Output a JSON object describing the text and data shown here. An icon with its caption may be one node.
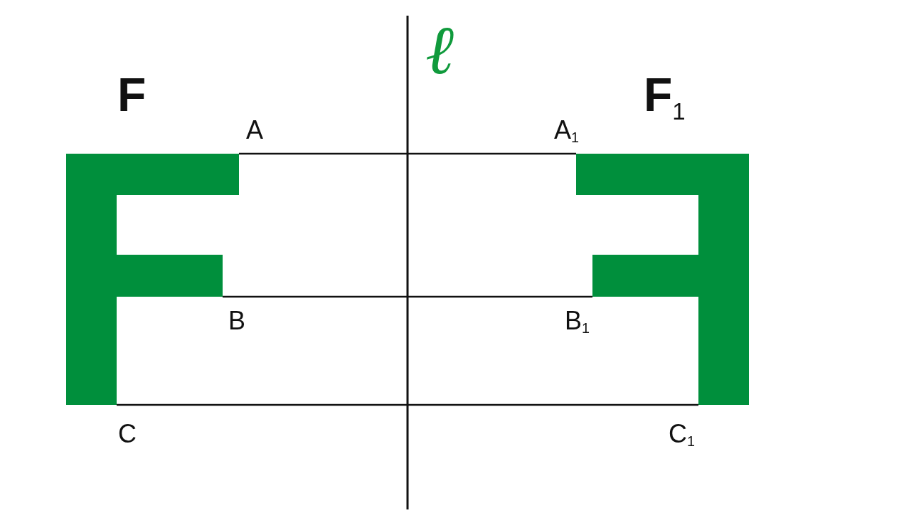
{
  "diagram": {
    "nodes": [
      {
        "text": [],
        "shape": "polygon",
        "beside": [
          "F"
        ]
      },
      {
        "text": [],
        "shape": "polygon",
        "beside": [
          "F$_{1}$"
        ]
      }
    ],
    "edges": [
      {
        "from": 0,
        "to": 1,
        "arrow": "none"
      },
      {
        "from": 0,
        "to": 1,
        "arrow": "none"
      },
      {
        "from": 0,
        "to": 1,
        "arrow": "none"
      }
    ],
    "labels": [
      "ℓ",
      "A",
      "A$_{1}$",
      "B",
      "B$_{1}$",
      "C",
      "C$_{1}$"
    ]
  }
}
